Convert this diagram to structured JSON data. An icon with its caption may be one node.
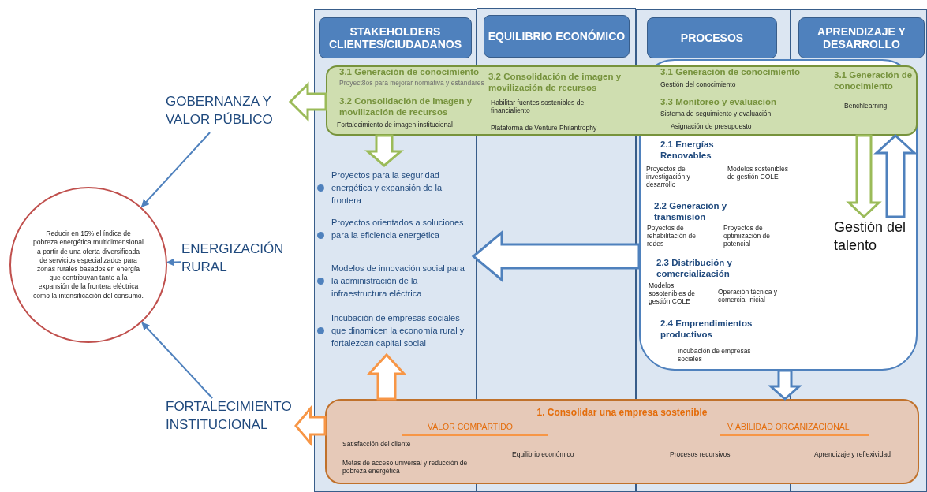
{
  "diagram": {
    "nodes": [
      {
        "text": [
          "STAKEHOLDERS CLIENTES/CIUDADANOS"
        ]
      },
      {
        "text": [
          "EQUILIBRIO ECONÓMICO"
        ]
      },
      {
        "text": [
          "PROCESOS"
        ]
      },
      {
        "text": [
          "APRENDIZAJE Y DESARROLLO"
        ]
      },
      {
        "text": [
          "3.1 Generación de conocimiento",
          "Proyect8os para mejorar normativa y estándares",
          "3.2 Consolidación de imagen y movilización de recursos",
          "Fortalecimiento de imagen institucional",
          "3.2 Consolidación de imagen y movilización de recursos",
          "Habilitar fuentes sostenibles de financialiento",
          "Plataforma de Venture Philantrophy",
          "3.1 Generación de conocimiento",
          "Gestión del conocimiento",
          "3.3 Monitoreo y evaluación",
          "Sistema de seguimiento y evaluación",
          "Asignación de presupuesto",
          "3.1 Generación de conocimiento",
          "Benchlearning"
        ]
      },
      {
        "text": [
          "2.1 Energías Renovables",
          "Proyectos de investigación y desarrollo",
          "Modelos sostenibles de gestión COLE",
          "2.2 Generación y transmisión",
          "Poyectos de rehabilitación de redes",
          "Proyectos de optimización de potencial",
          "2.3 Distribución y comercialización",
          "Modelos sosotenibles de gestión COLE",
          "Operación técnica y comercial inicial",
          "2.4 Emprendimientos productivos",
          "Incubación de empresas sociales"
        ]
      },
      {
        "text": [
          "Proyectos para la seguridad energética y expansión de la frontera",
          "Proyectos orientados a soluciones para la eficiencia energética",
          "Modelos de innovación social para la administración de la infraestructura eléctrica",
          "Incubación de empresas sociales que dinamicen la economía rural y fortalezcan capital social"
        ]
      },
      {
        "text": [
          "1. Consolidar una empresa sostenible",
          "VALOR COMPARTIDO",
          "VIABILIDAD ORGANIZACIONAL",
          "Satisfacción del cliente",
          "Metas de acceso universal y reducción de pobreza energética",
          "Equilibrio económico",
          "Procesos recursivos",
          "Aprendizaje y reflexividad"
        ]
      },
      {
        "text": [
          "GOBERNANZA Y VALOR PÚBLICO"
        ]
      },
      {
        "text": [
          "ENERGIZACIÓN RURAL"
        ]
      },
      {
        "text": [
          "FORTALECIMIENTO INSTITUCIONAL"
        ]
      },
      {
        "text": [
          "Reducir en 15% el índice de pobreza energética multidimensional a partir de una oferta diversificada de servicios especializados para zonas rurales basados en energía que contribuyan tanto a la expansión de la frontera eléctrica como la intensificación del consumo."
        ]
      },
      {
        "text": [
          "Gestión del talento"
        ],
        "in": 5
      }
    ],
    "edges": [
      {
        "from": 4,
        "to": 8,
        "arrow": "to",
        "style": "thick",
        "color": "#9bbb59"
      },
      {
        "from": 4,
        "to": 6,
        "arrow": "to",
        "style": "thick",
        "color": "#9bbb59"
      },
      {
        "from": 4,
        "to": 12,
        "arrow": "to",
        "style": "thick",
        "color": "#9bbb59"
      },
      {
        "from": 12,
        "to": 4,
        "arrow": "to",
        "style": "thick"
      },
      {
        "from": 5,
        "to": 6,
        "arrow": "to",
        "style": "thick"
      },
      {
        "from": 5,
        "to": 7,
        "arrow": "to",
        "style": "thick"
      },
      {
        "from": 7,
        "to": 6,
        "arrow": "to",
        "style": "thick",
        "color": "#f79646"
      },
      {
        "from": 7,
        "to": 10,
        "arrow": "to",
        "style": "thick",
        "color": "#f79646"
      },
      {
        "from": 8,
        "to": 11,
        "arrow": "to"
      },
      {
        "from": 9,
        "to": 11,
        "arrow": "to"
      },
      {
        "from": 10,
        "to": 11,
        "arrow": "to"
      }
    ]
  }
}
